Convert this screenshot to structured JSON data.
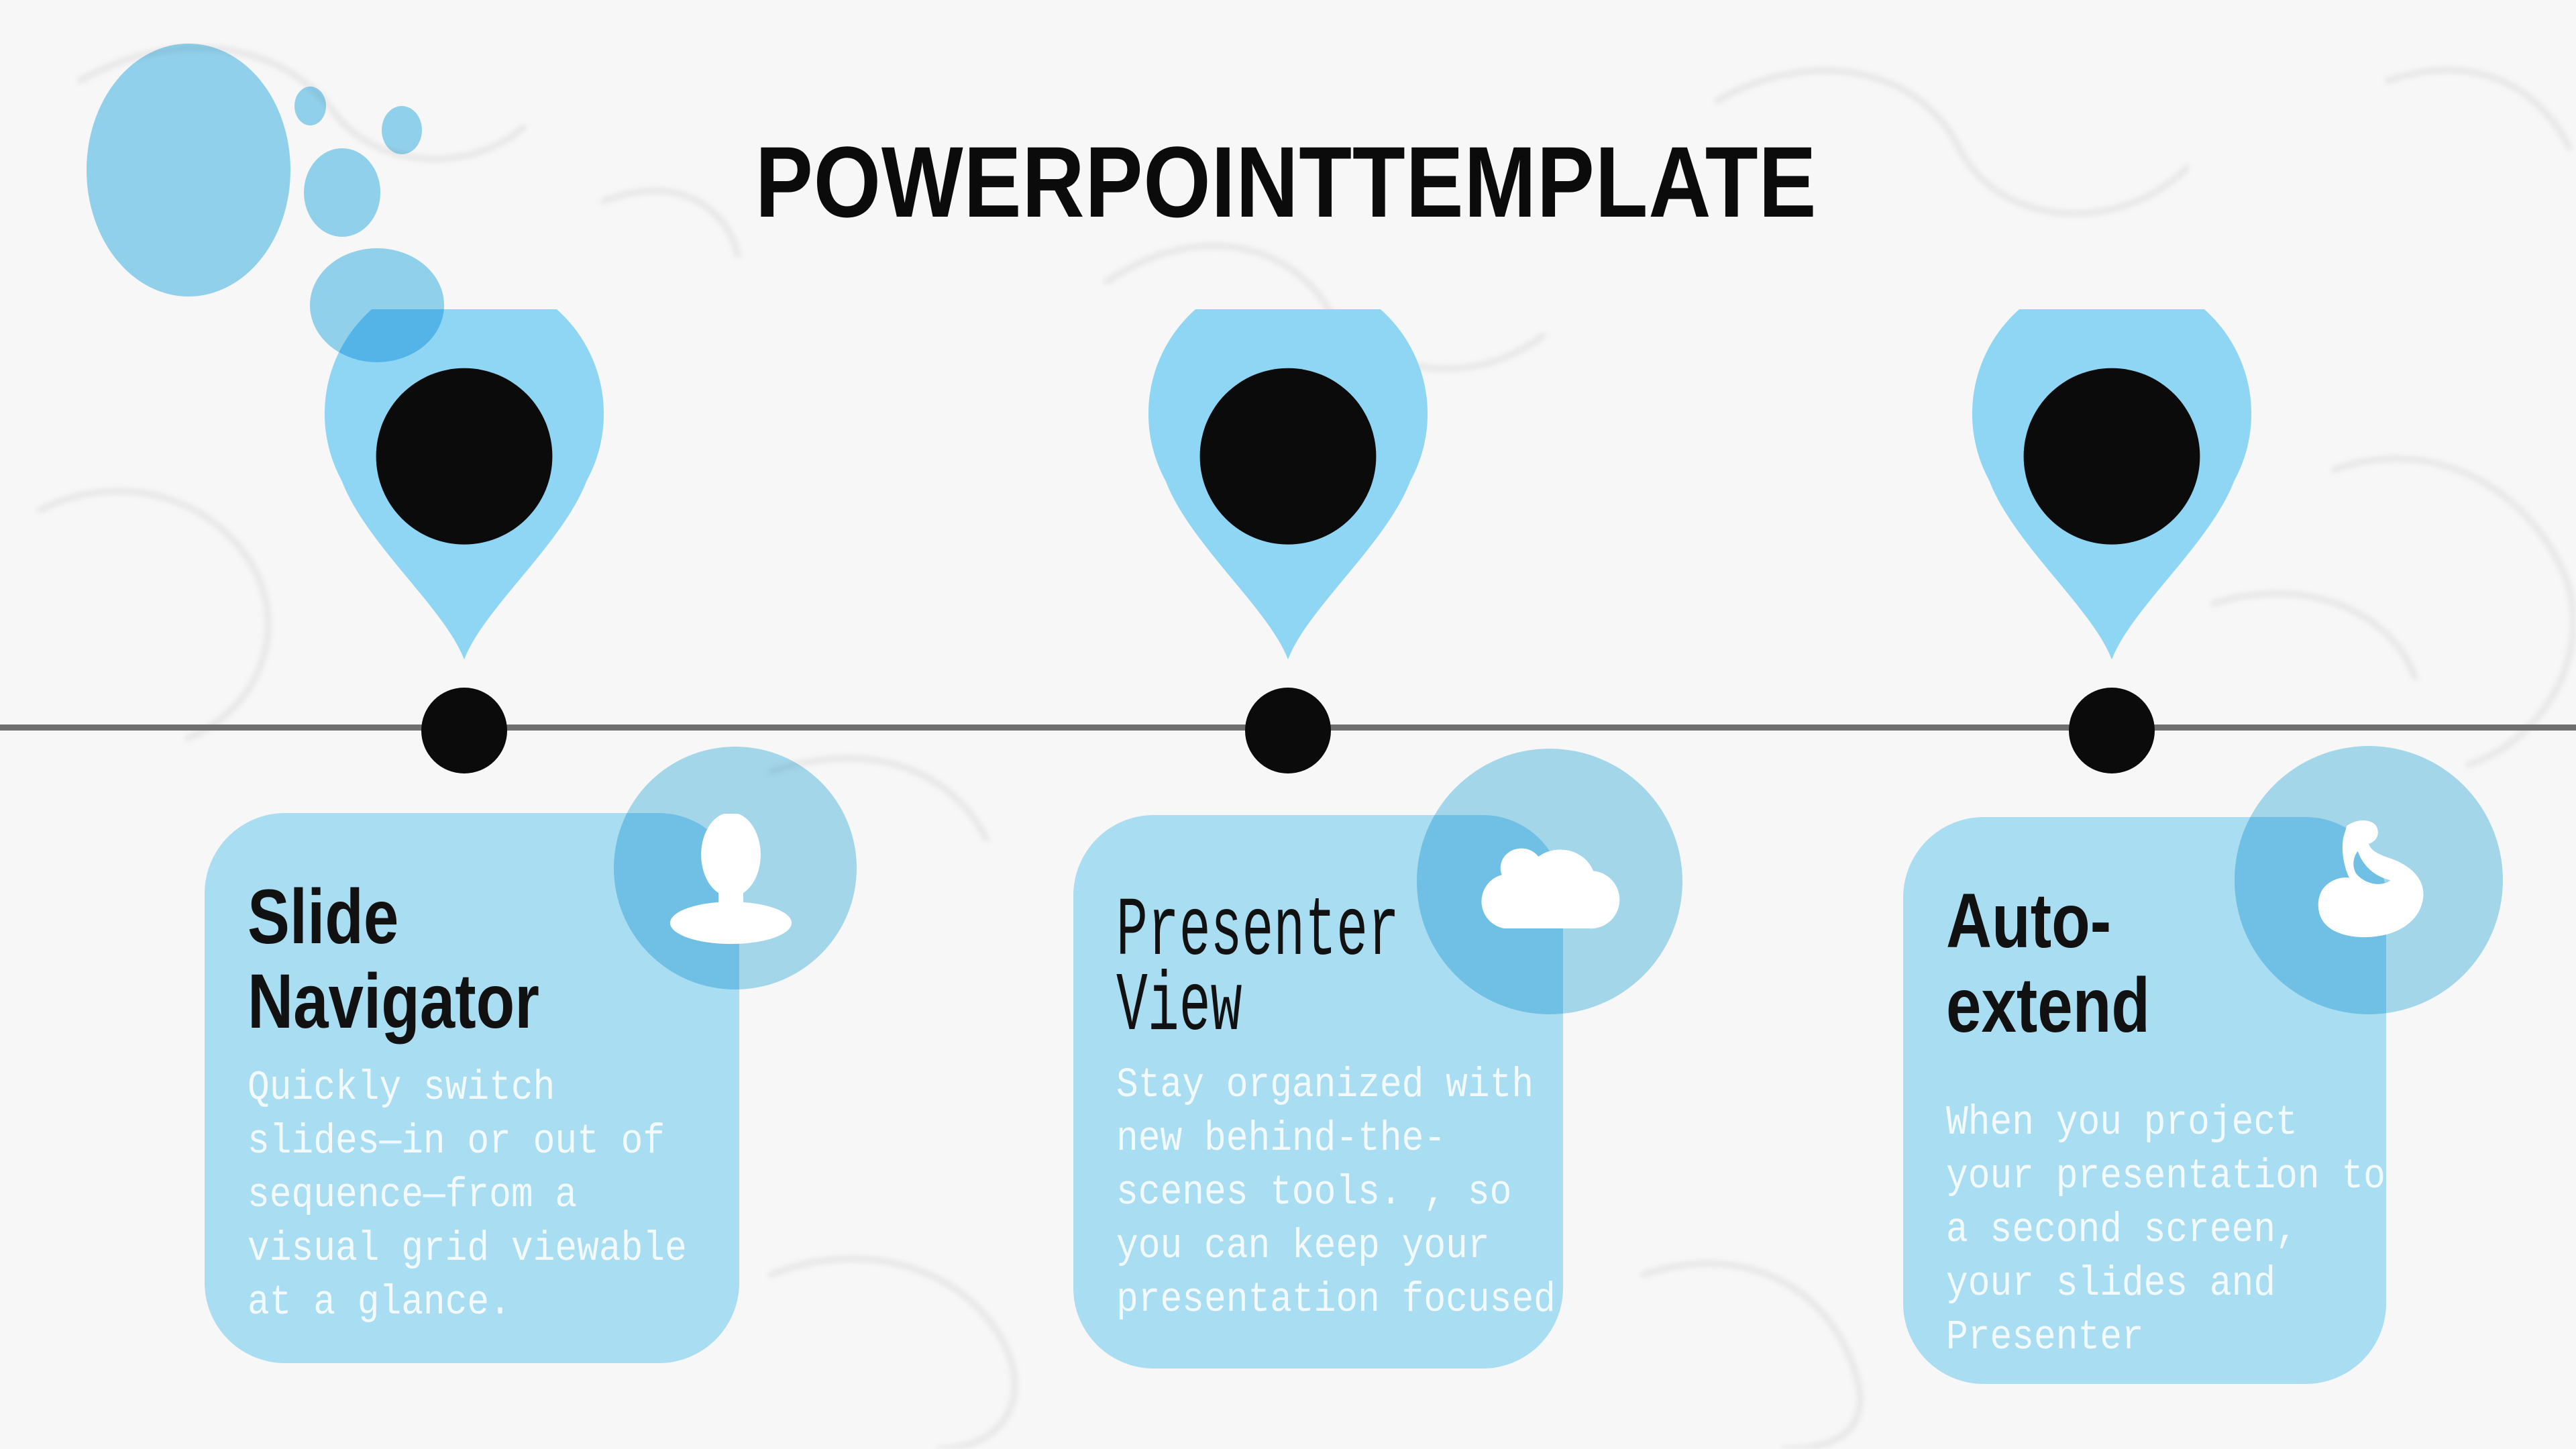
{
  "title": "POWERPOINTTEMPLATE",
  "cards": [
    {
      "name": "Slide Navigator",
      "title": "Slide\nNavigator",
      "body": "Quickly switch\nslides—in or out of\nsequence—from a\nvisual grid viewable\nat a glance.",
      "icon": "person-icon"
    },
    {
      "name": "Presenter View",
      "title": "Presenter\nView",
      "body": "Stay organized with\nnew behind-the-\nscenes tools. , so\nyou can keep your\npresentation focused.",
      "icon": "cloud-icon"
    },
    {
      "name": "Auto-extend",
      "title": "Auto-\nextend",
      "body": "When you project\nyour presentation to\na second screen,\nyour slides and\nPresenter",
      "icon": "bicep-icon"
    }
  ],
  "colors": {
    "background": "#F7F7F7",
    "card_blue": "#A9DDF2",
    "badge_overlap_blue": "#5FC3EA",
    "pin_blue": "#8FD6F4",
    "bubble_blue": "#96D7F3",
    "timeline_gray": "#6F6F6F",
    "marker_black": "#0B0B0B",
    "title_black": "#0B0B0B",
    "card_title_black": "#111111",
    "body_text_white": "#F3FAFD"
  }
}
